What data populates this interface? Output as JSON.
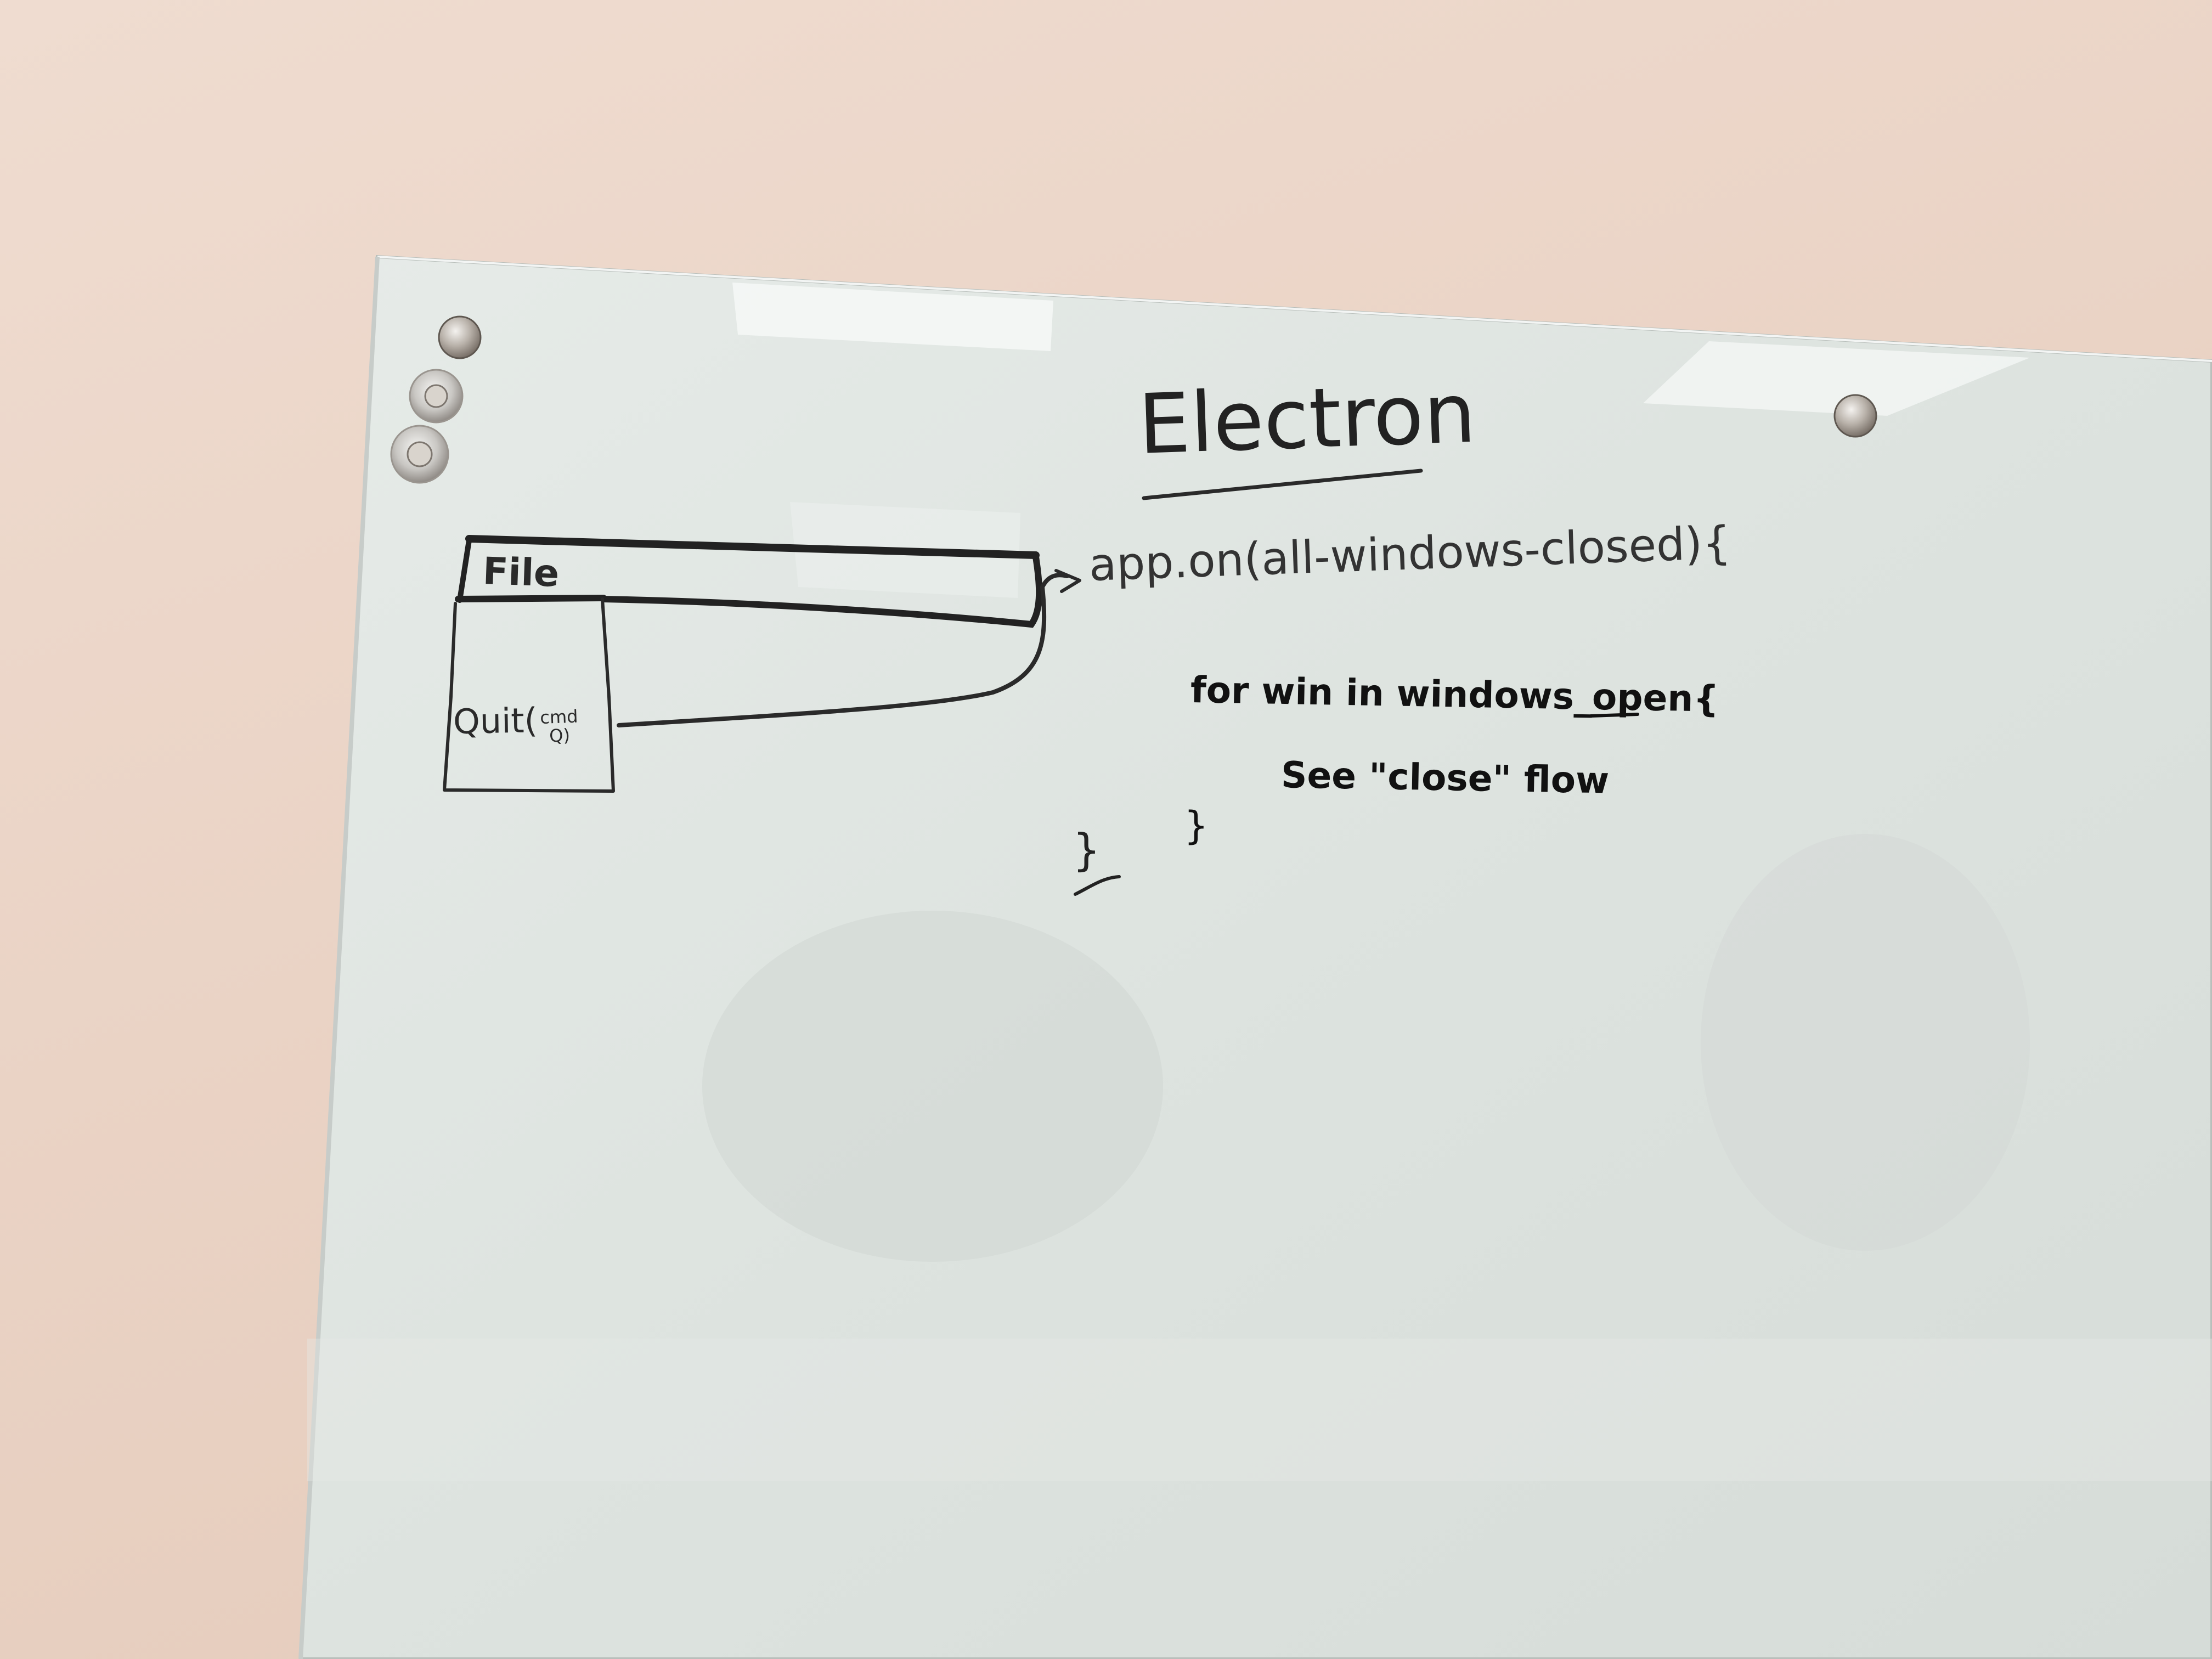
{
  "whiteboard": {
    "title": "Electron",
    "menu": {
      "file_label": "File",
      "quit_label": "Quit(",
      "quit_shortcut_top": "cmd",
      "quit_shortcut_bottom": "Q)"
    },
    "code": {
      "line1": "app.on(all-windows-closed){",
      "line2": "for win in windows_open{",
      "line3": "See \"close\" flow",
      "inner_close": "}",
      "outer_close": "}"
    }
  },
  "colors": {
    "wall": "#e9d6cb",
    "glass_board": "#dfe4e0",
    "marker": "#2a2a2a"
  }
}
